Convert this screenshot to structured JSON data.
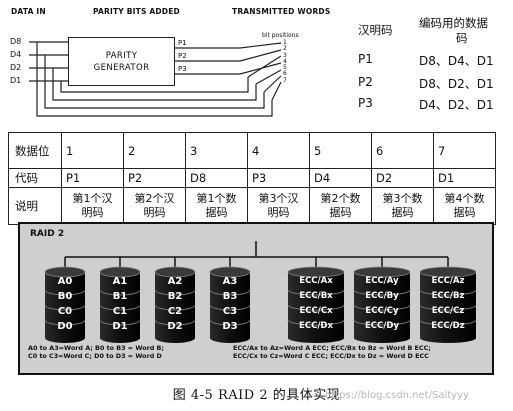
{
  "diagram": {
    "header_data_in": "DATA IN",
    "header_parity": "PARITY BITS ADDED",
    "header_transmitted": "TRANSMITTED WORDS",
    "data_inputs": [
      "D8",
      "D4",
      "D2",
      "D1"
    ],
    "generator_line1": "PARITY",
    "generator_line2": "GENERATOR",
    "parity_outputs": [
      "P1",
      "P2",
      "P3"
    ],
    "bit_positions_label": "bit positions",
    "bit_positions": [
      "1",
      "2",
      "3",
      "4",
      "5",
      "6",
      "7"
    ]
  },
  "hamming": {
    "col1_header": "汉明码",
    "col2_header_line1": "编码用的数据",
    "col2_header_line2": "码",
    "rows": [
      {
        "code": "P1",
        "bits": "D8、D4、D1"
      },
      {
        "code": "P2",
        "bits": "D8、D2、D1"
      },
      {
        "code": "P3",
        "bits": "D4、D2、D1"
      }
    ]
  },
  "bit_table": {
    "row_headers": [
      "数据位",
      "代码",
      "说明"
    ],
    "positions": [
      "1",
      "2",
      "3",
      "4",
      "5",
      "6",
      "7"
    ],
    "codes": [
      "P1",
      "P2",
      "D8",
      "P3",
      "D4",
      "D2",
      "D1"
    ],
    "notes": [
      [
        "第1个汉",
        "明码"
      ],
      [
        "第2个汉",
        "明码"
      ],
      [
        "第1个数",
        "据码"
      ],
      [
        "第3个汉",
        "明码"
      ],
      [
        "第2个数",
        "据码"
      ],
      [
        "第3个数",
        "据码"
      ],
      [
        "第4个数",
        "据码"
      ]
    ]
  },
  "raid": {
    "title": "RAID 2",
    "data_disks": [
      [
        "A0",
        "B0",
        "C0",
        "D0"
      ],
      [
        "A1",
        "B1",
        "C1",
        "D1"
      ],
      [
        "A2",
        "B2",
        "C2",
        "D2"
      ],
      [
        "A3",
        "B3",
        "C3",
        "D3"
      ]
    ],
    "ecc_disks": [
      [
        "ECC/Ax",
        "ECC/Bx",
        "ECC/Cx",
        "ECC/Dx"
      ],
      [
        "ECC/Ay",
        "ECC/By",
        "ECC/Cy",
        "ECC/Dy"
      ],
      [
        "ECC/Az",
        "ECC/Bz",
        "ECC/Cz",
        "ECC/Dz"
      ]
    ],
    "caption_left_line1": "A0 to A3=Word A; B0 to B3 = Word B;",
    "caption_left_line2": "C0 to C3=Word C; D0 to D3 = Word D",
    "caption_right_line1": "ECC/Ax to Az=Word A ECC; ECC/Bx to Bz = Word B ECC;",
    "caption_right_line2": "ECC/Cx to Cz=Word C ECC; ECC/Dx to Dz = Word D ECC"
  },
  "figure_caption": "图 4-5   RAID 2 的具体实现",
  "watermark": "https://blog.csdn.net/Saltyyy"
}
